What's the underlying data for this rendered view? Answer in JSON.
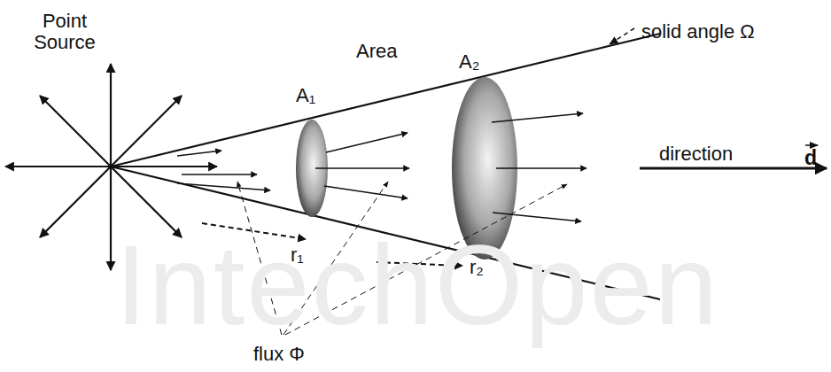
{
  "diagram": {
    "labels": [
      "Point Source",
      "Area",
      "A₁",
      "A₂",
      "solid angle Ω",
      "direction",
      "d",
      "r₁",
      "r₂",
      "flux Φ",
      "IntechOpen"
    ]
  }
}
